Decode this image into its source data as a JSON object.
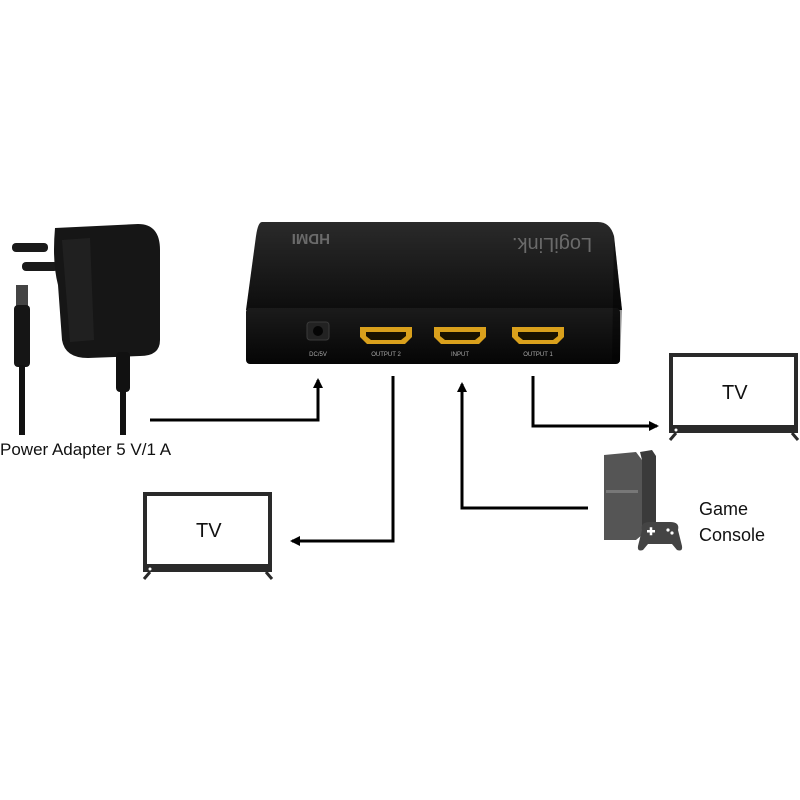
{
  "device": {
    "brand": "LogiLink.",
    "hdmi_logo": "HDMI",
    "ports": {
      "dc": "DC/5V",
      "output2": "OUTPUT 2",
      "input": "INPUT",
      "output1": "OUTPUT 1"
    }
  },
  "labels": {
    "power_adapter": "Power Adapter 5 V/1 A",
    "tv_right": "TV",
    "tv_left": "TV",
    "console_line1": "Game",
    "console_line2": "Console"
  },
  "icons": {
    "tv": "tv-icon",
    "console": "game-console-icon",
    "controller": "gamepad-icon",
    "adapter": "power-adapter-icon"
  },
  "colors": {
    "device": "#111111",
    "port_gold": "#d9a01c",
    "outline": "#2a2a2a",
    "arrow": "#000000"
  }
}
